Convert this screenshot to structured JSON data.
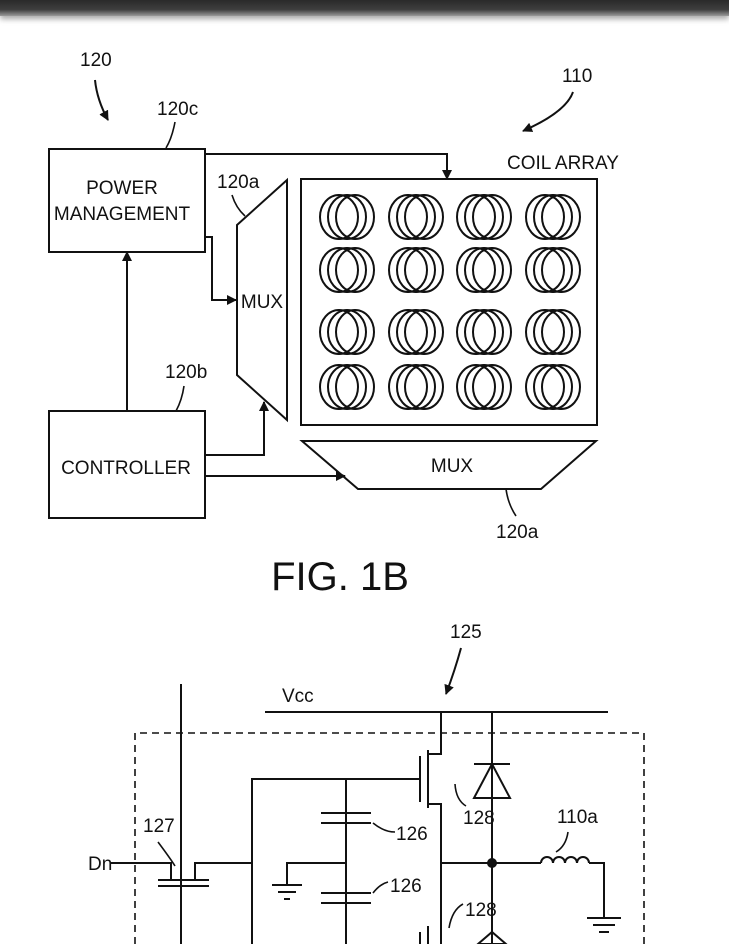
{
  "fig1b": {
    "ref_system": "120",
    "ref_power": "120c",
    "power_line1": "POWER",
    "power_line2": "MANAGEMENT",
    "ref_mux_vertical": "120a",
    "mux_vertical": "MUX",
    "ref_controller": "120b",
    "controller": "CONTROLLER",
    "ref_coil_array": "110",
    "coil_array": "COIL ARRAY",
    "mux_horizontal": "MUX",
    "ref_mux_horizontal": "120a",
    "caption": "FIG. 1B"
  },
  "circuit": {
    "ref_cell": "125",
    "vcc": "Vcc",
    "dn": "Dn",
    "ref_switch": "127",
    "ref_cap_top": "126",
    "ref_cap_bottom": "126",
    "ref_transistor_top": "128",
    "ref_transistor_bottom": "128",
    "ref_coil": "110a"
  }
}
